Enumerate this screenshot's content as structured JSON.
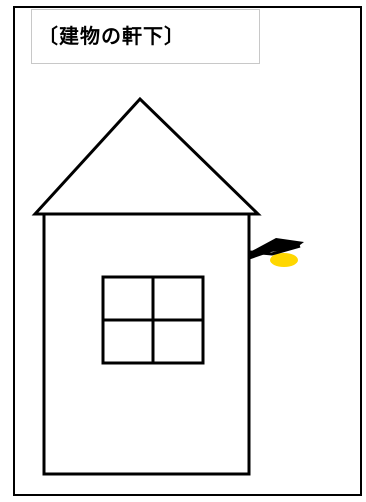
{
  "title": "〔建物の軒下〕",
  "colors": {
    "line": "#000000",
    "background": "#ffffff",
    "title_border": "#c8c8c8",
    "light_bulb": "#ffd700"
  },
  "icons": {
    "house": "house-outline",
    "window": "four-pane-window",
    "lamp": "wall-lamp"
  }
}
